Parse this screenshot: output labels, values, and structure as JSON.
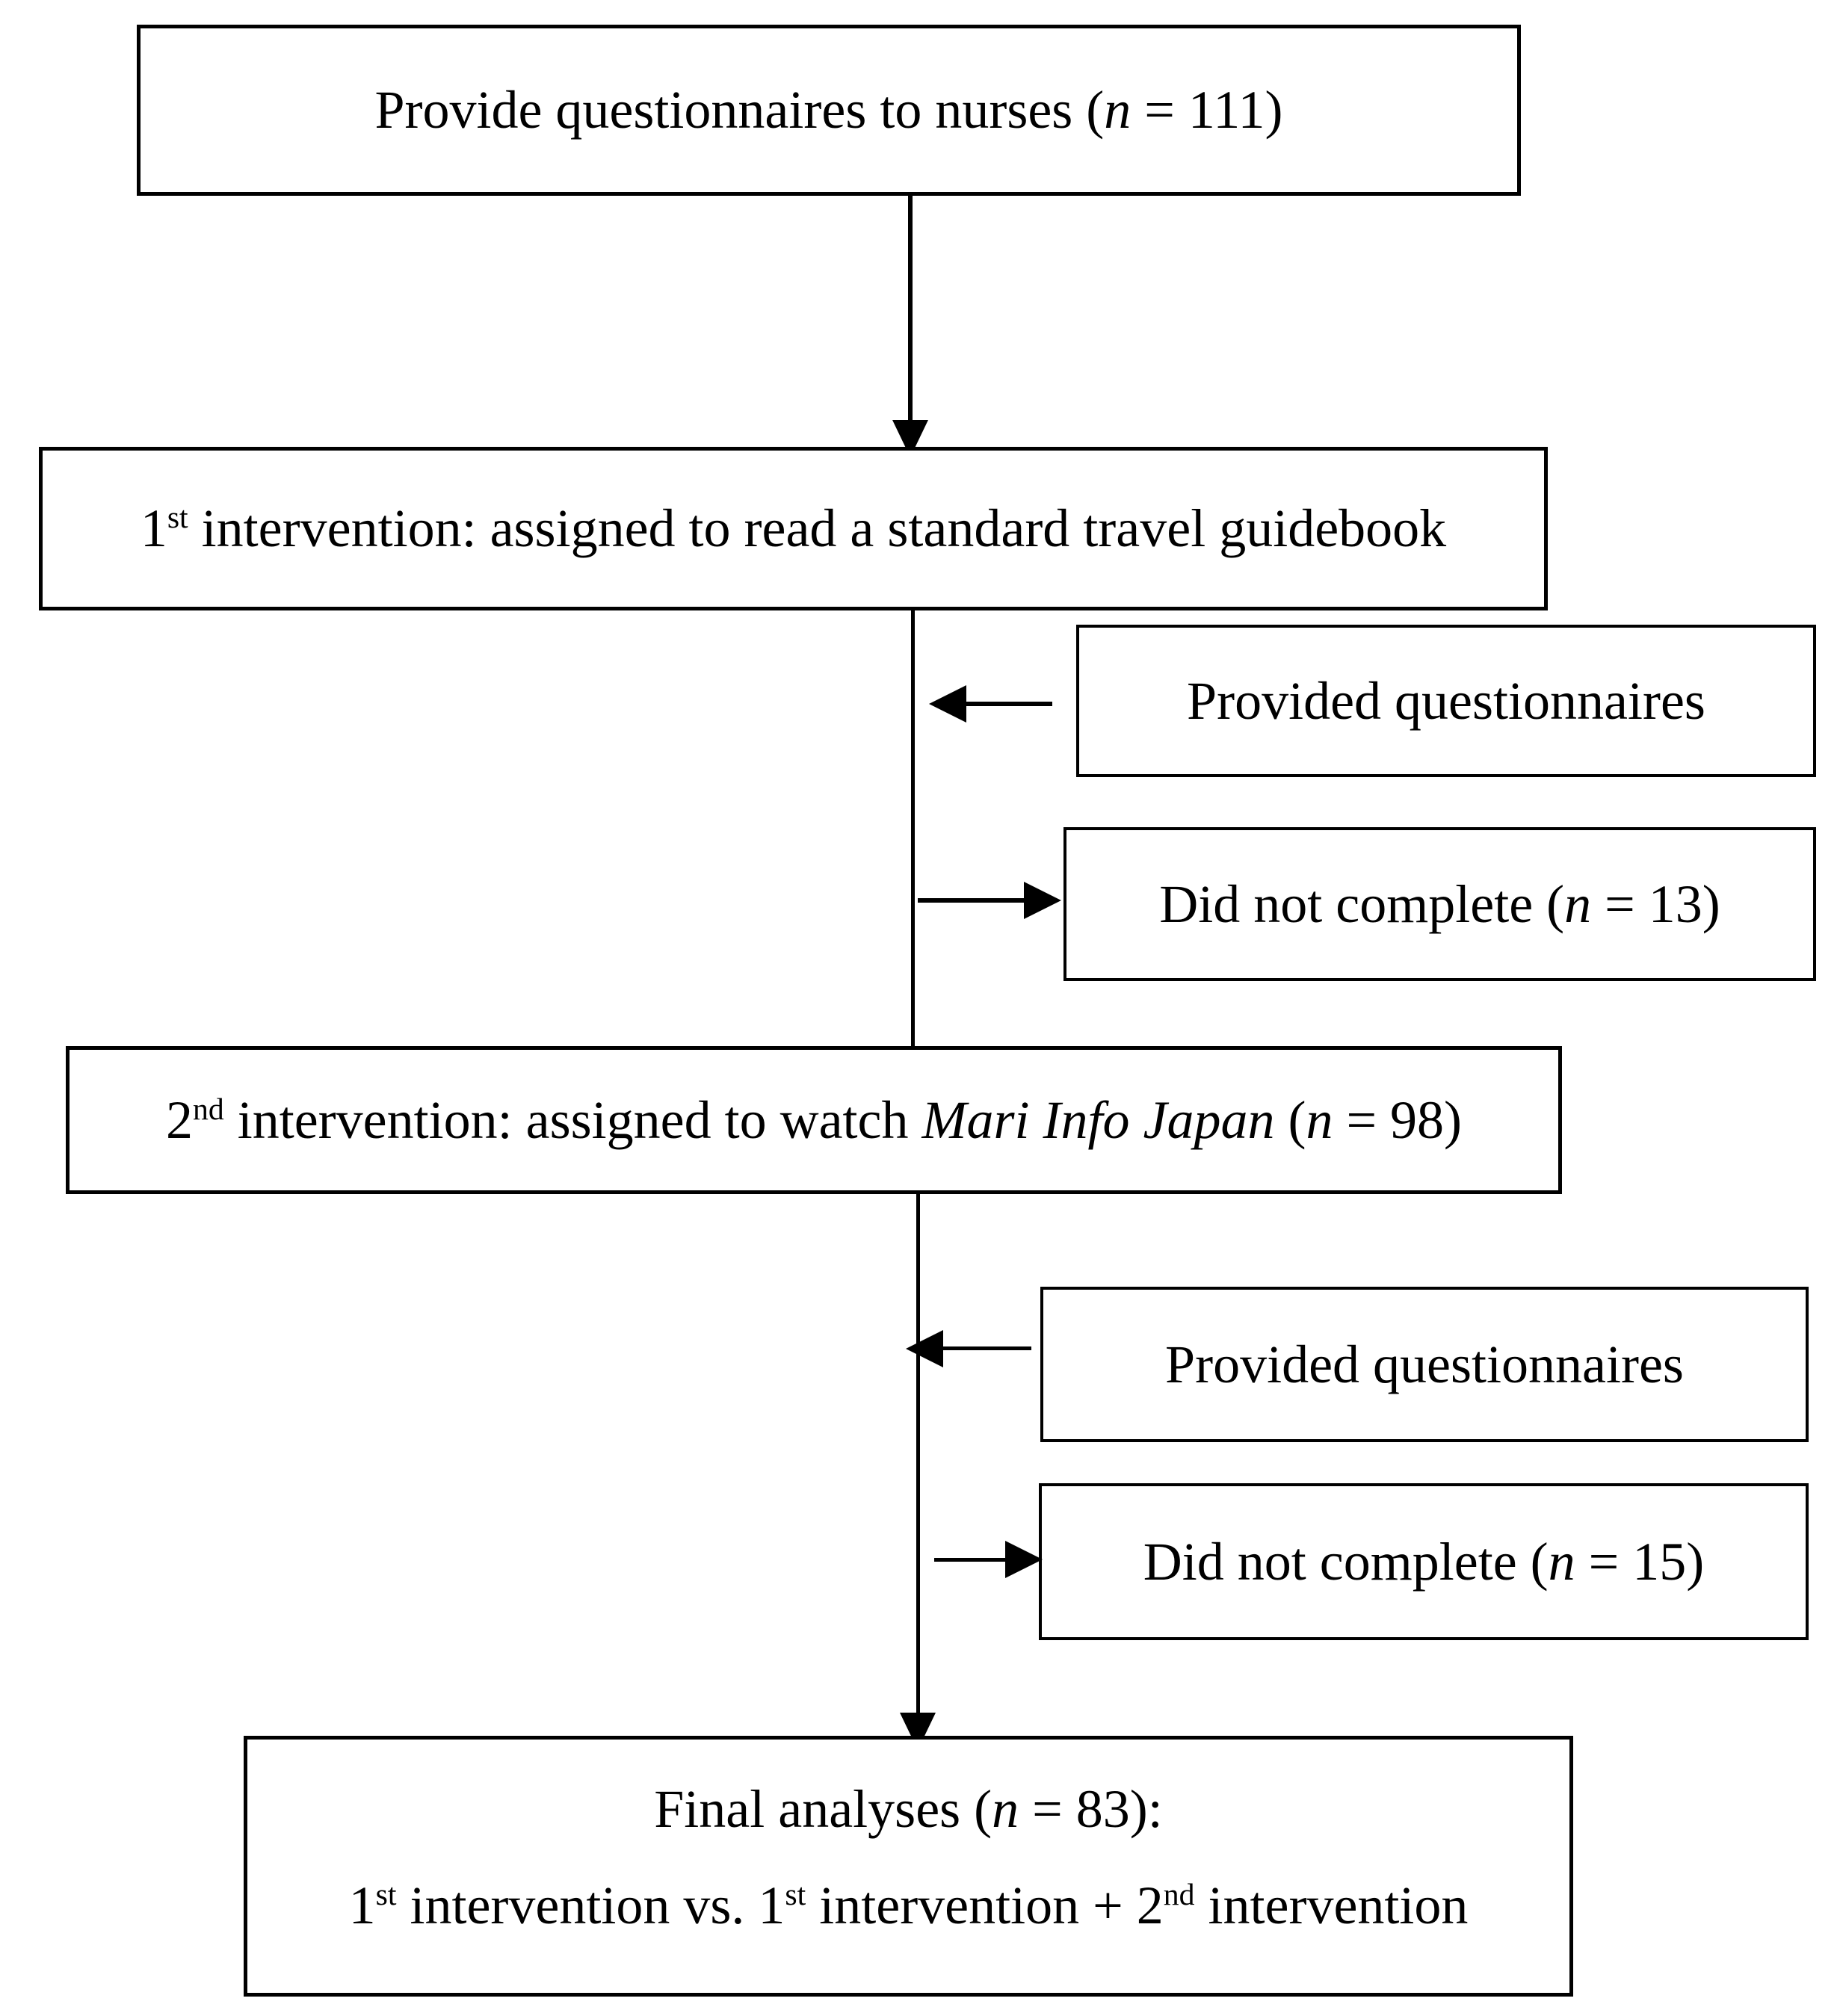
{
  "figure": {
    "type": "study-flow-diagram",
    "background_color": "#ffffff",
    "line_color": "#000000"
  },
  "boxes": {
    "provide": {
      "seg0": "Provide questionnaires to nurses (",
      "n": "n",
      "seg1": " = 111)"
    },
    "first_intervention": {
      "num": "1",
      "sup": "st",
      "rest": " intervention: assigned to read a standard travel guidebook"
    },
    "provided_q1": {
      "label": "Provided questionnaires"
    },
    "did_not_complete_1": {
      "seg0": "Did not complete (",
      "n": "n",
      "seg1": " = 13)"
    },
    "second_intervention": {
      "num": "2",
      "sup": "nd",
      "seg0": " intervention: assigned to watch ",
      "title": "Mari Info Japan",
      "seg1": " (",
      "n": "n",
      "seg2": " = 98)"
    },
    "provided_q2": {
      "label": "Provided questionnaires"
    },
    "did_not_complete_2": {
      "seg0": "Did not complete (",
      "n": "n",
      "seg1": " = 15)"
    },
    "final": {
      "line1": {
        "seg0": "Final analyses (",
        "n": "n",
        "seg1": " = 83):"
      },
      "line2": {
        "num1": "1",
        "sup1": "st",
        "seg0": " intervention vs. 1",
        "sup2": "st",
        "seg1": " intervention + 2",
        "sup3": "nd",
        "seg2": " intervention"
      }
    }
  }
}
